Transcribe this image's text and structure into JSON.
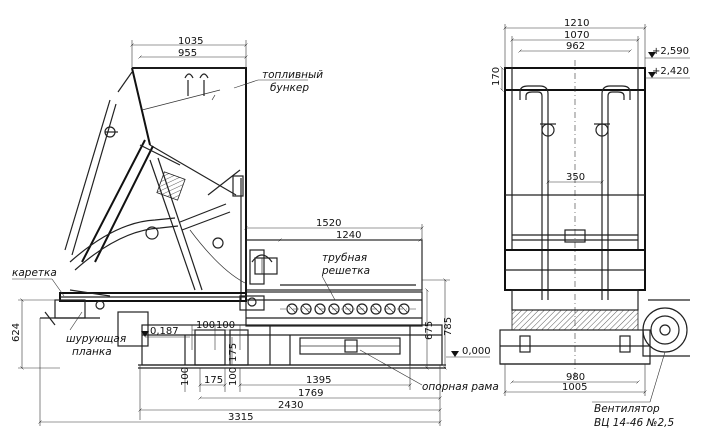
{
  "side_view": {
    "dims": {
      "d1035": "1035",
      "d955": "955",
      "d1520": "1520",
      "d1240": "1240",
      "d624": "624",
      "d0187": "0,187",
      "d100a": "100",
      "d100b": "100",
      "d100c": "100",
      "d100d": "100",
      "d175a": "175",
      "d175b": "175",
      "d675": "675",
      "d785": "785",
      "d0000": "0,000",
      "d1395": "1395",
      "d1769": "1769",
      "d2430": "2430",
      "d3315": "3315"
    },
    "labels": {
      "bunker_1": "топливный",
      "bunker_2": "бункер",
      "grate_1": "трубная",
      "grate_2": "решетка",
      "carriage": "каретка",
      "plank_1": "шурующая",
      "plank_2": "планка",
      "frame": "опорная рама"
    }
  },
  "front_view": {
    "dims": {
      "d1210": "1210",
      "d1070": "1070",
      "d962": "962",
      "d170": "170",
      "d2590": "+2,590",
      "d2420": "+2,420",
      "d350": "350",
      "d980": "980",
      "d1005": "1005"
    },
    "labels": {
      "fan_1": "Вентилятор",
      "fan_2": "ВЦ 14-46 №2,5"
    }
  }
}
